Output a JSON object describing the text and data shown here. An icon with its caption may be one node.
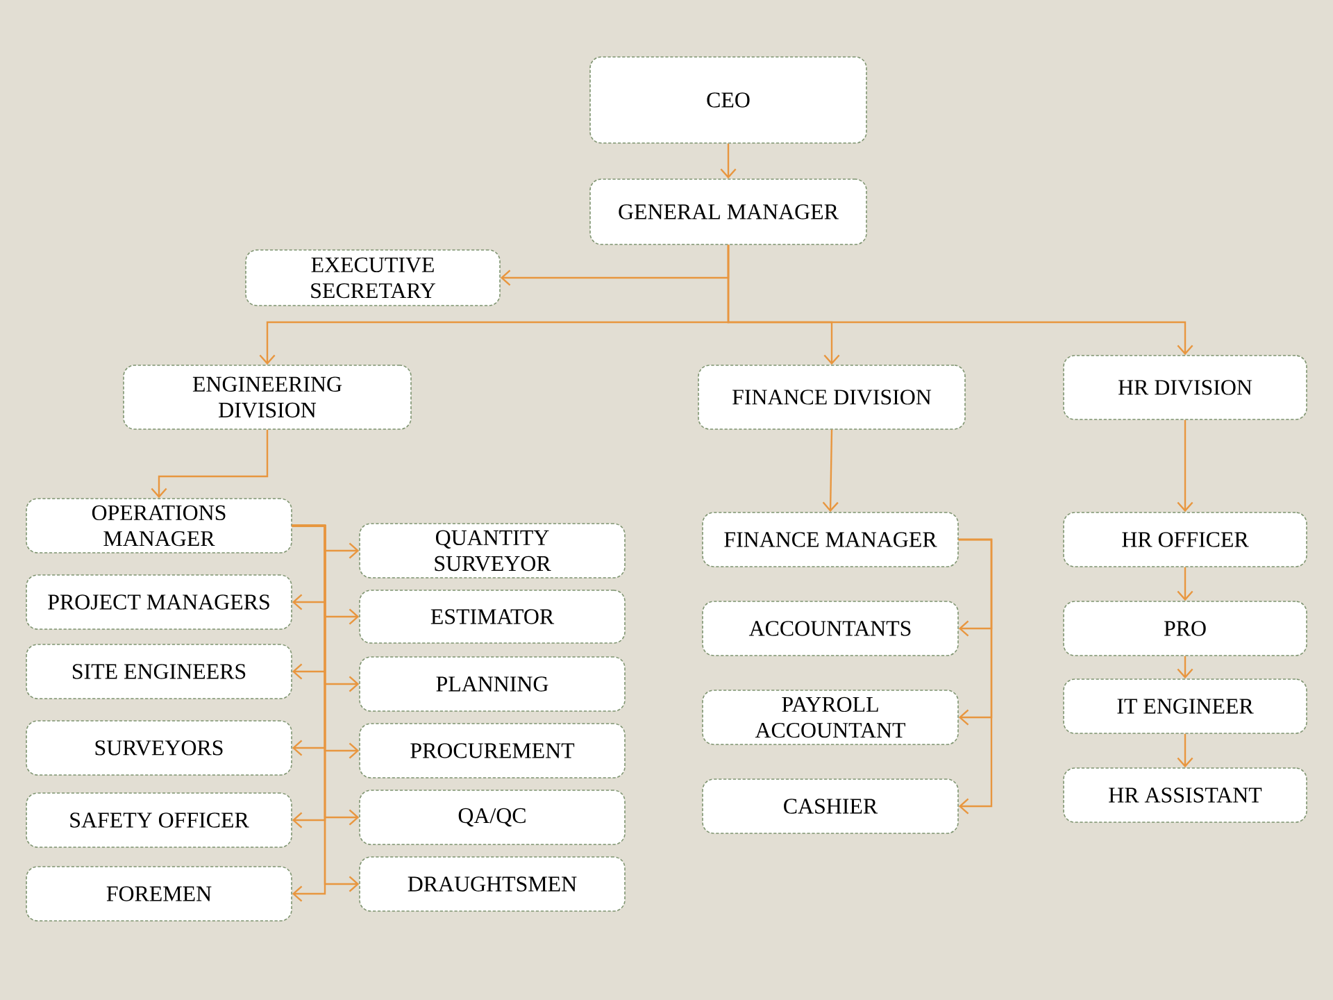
{
  "diagram": {
    "nodes": [
      {
        "text": [
          "CEO"
        ]
      },
      {
        "text": [
          "GENERAL MANAGER"
        ]
      },
      {
        "text": [
          "EXECUTIVE SECRETARY"
        ]
      },
      {
        "text": [
          "ENGINEERING DIVISION"
        ]
      },
      {
        "text": [
          "FINANCE DIVISION"
        ]
      },
      {
        "text": [
          "HR DIVISION"
        ]
      },
      {
        "text": [
          "OPERATIONS MANAGER"
        ]
      },
      {
        "text": [
          "QUANTITY SURVEYOR"
        ]
      },
      {
        "text": [
          "PROJECT MANAGERS"
        ]
      },
      {
        "text": [
          "ESTIMATOR"
        ]
      },
      {
        "text": [
          "SITE ENGINEERS"
        ]
      },
      {
        "text": [
          "PLANNING"
        ]
      },
      {
        "text": [
          "SURVEYORS"
        ]
      },
      {
        "text": [
          "PROCUREMENT"
        ]
      },
      {
        "text": [
          "SAFETY OFFICER"
        ]
      },
      {
        "text": [
          "QA/QC"
        ]
      },
      {
        "text": [
          "FOREMEN"
        ]
      },
      {
        "text": [
          "DRAUGHTSMEN"
        ]
      },
      {
        "text": [
          "FINANCE MANAGER"
        ]
      },
      {
        "text": [
          "ACCOUNTANTS"
        ]
      },
      {
        "text": [
          "PAYROLL ACCOUNTANT"
        ]
      },
      {
        "text": [
          "CASHIER"
        ]
      },
      {
        "text": [
          "HR OFFICER"
        ]
      },
      {
        "text": [
          "PRO"
        ]
      },
      {
        "text": [
          "IT ENGINEER"
        ]
      },
      {
        "text": [
          "HR ASSISTANT"
        ]
      }
    ],
    "edges": [
      {
        "from": 0,
        "to": 1,
        "arrow": "to"
      },
      {
        "from": 1,
        "to": 2,
        "arrow": "to"
      },
      {
        "from": 1,
        "to": 3,
        "arrow": "to"
      },
      {
        "from": 1,
        "to": 4,
        "arrow": "to"
      },
      {
        "from": 1,
        "to": 5,
        "arrow": "to"
      },
      {
        "from": 3,
        "to": 6,
        "arrow": "to"
      },
      {
        "from": 6,
        "to": 7,
        "arrow": "to"
      },
      {
        "from": 6,
        "to": 8,
        "arrow": "to"
      },
      {
        "from": 6,
        "to": 9,
        "arrow": "to"
      },
      {
        "from": 6,
        "to": 10,
        "arrow": "to"
      },
      {
        "from": 6,
        "to": 11,
        "arrow": "to"
      },
      {
        "from": 6,
        "to": 12,
        "arrow": "to"
      },
      {
        "from": 6,
        "to": 13,
        "arrow": "to"
      },
      {
        "from": 6,
        "to": 14,
        "arrow": "to"
      },
      {
        "from": 6,
        "to": 15,
        "arrow": "to"
      },
      {
        "from": 6,
        "to": 16,
        "arrow": "to"
      },
      {
        "from": 6,
        "to": 17,
        "arrow": "to"
      },
      {
        "from": 4,
        "to": 18,
        "arrow": "to"
      },
      {
        "from": 18,
        "to": 19,
        "arrow": "to"
      },
      {
        "from": 18,
        "to": 20,
        "arrow": "to"
      },
      {
        "from": 18,
        "to": 21,
        "arrow": "to"
      },
      {
        "from": 5,
        "to": 22,
        "arrow": "to"
      },
      {
        "from": 22,
        "to": 23,
        "arrow": "to"
      },
      {
        "from": 23,
        "to": 24,
        "arrow": "to"
      },
      {
        "from": 24,
        "to": 25,
        "arrow": "to"
      }
    ]
  }
}
